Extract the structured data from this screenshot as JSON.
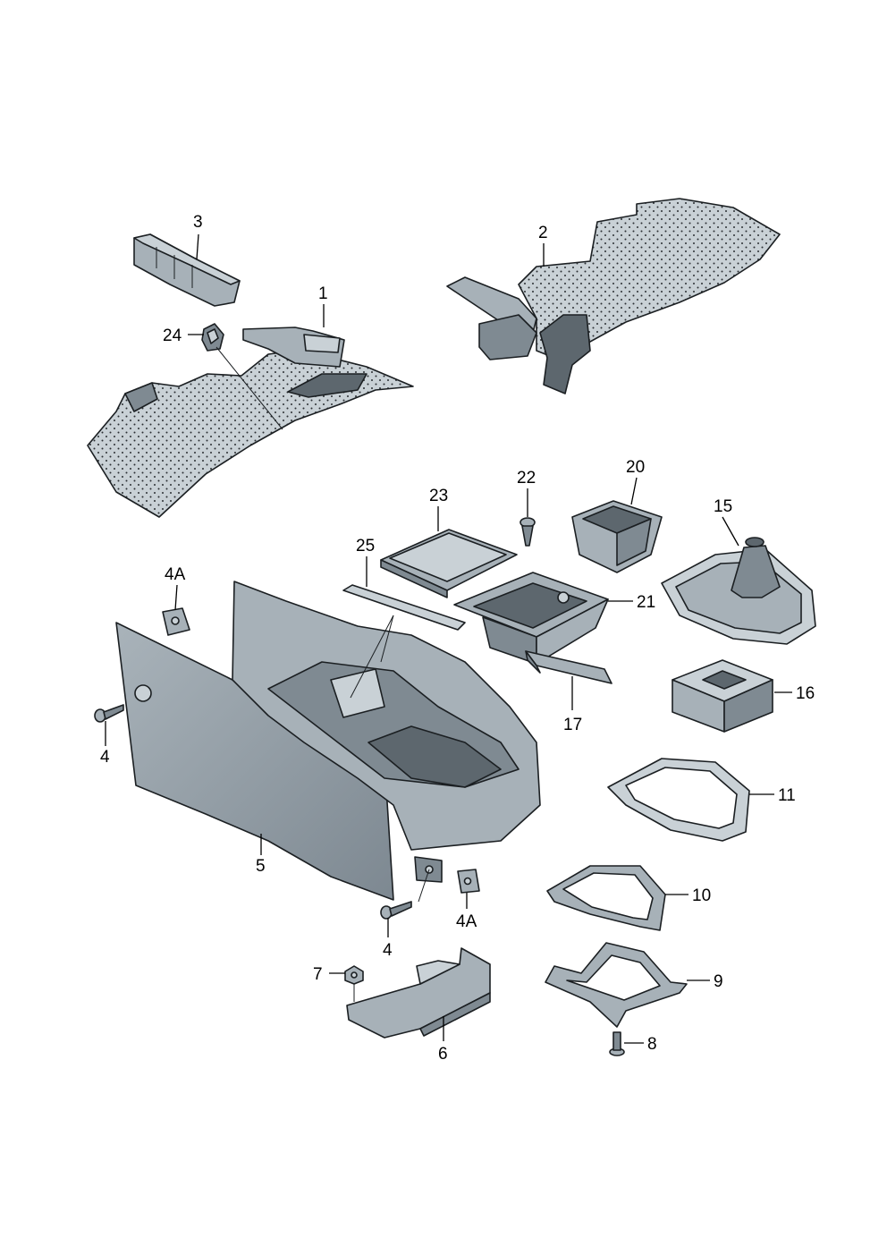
{
  "callouts": {
    "c1": "1",
    "c2": "2",
    "c3": "3",
    "c4_left": "4",
    "c4_bottom": "4",
    "c4a_left": "4A",
    "c4a_right": "4A",
    "c5": "5",
    "c6": "6",
    "c7": "7",
    "c8": "8",
    "c9": "9",
    "c10": "10",
    "c11": "11",
    "c15": "15",
    "c16": "16",
    "c17": "17",
    "c20": "20",
    "c21": "21",
    "c22": "22",
    "c23": "23",
    "c24": "24",
    "c25": "25"
  }
}
